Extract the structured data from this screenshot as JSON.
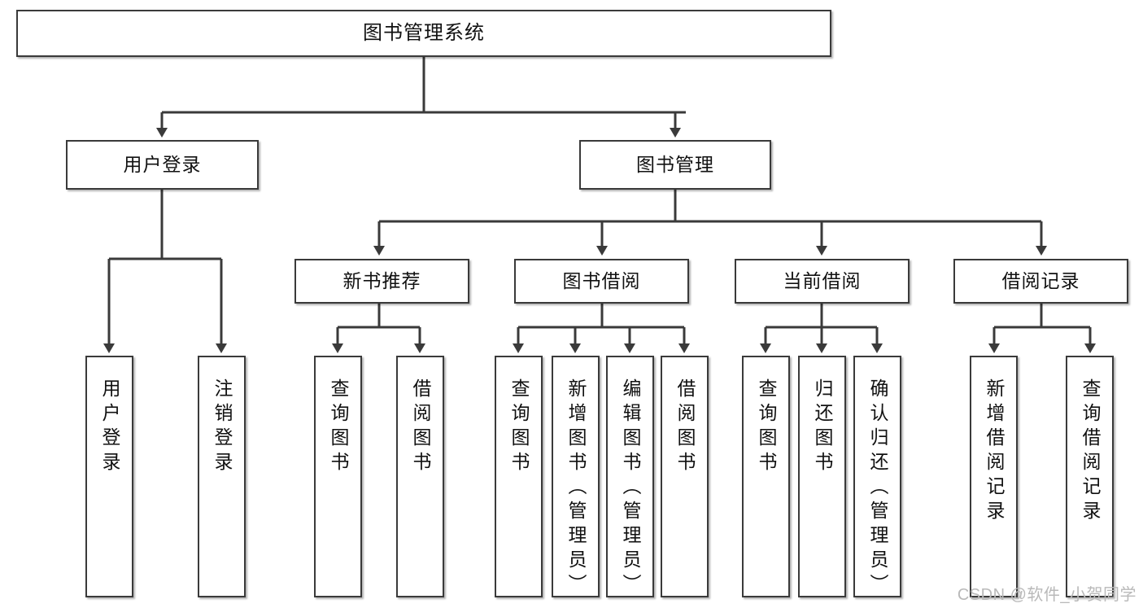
{
  "diagram": {
    "title": "图书管理系统",
    "type": "tree-hierarchy-chart",
    "line_color": "#3a3a3a",
    "box_fill": "#ffffff",
    "text_color": "#111111",
    "nodes": {
      "root": {
        "label": "图书管理系统"
      },
      "level2": [
        {
          "label": "用户登录"
        },
        {
          "label": "图书管理"
        }
      ],
      "level3": [
        {
          "label": "新书推荐"
        },
        {
          "label": "图书借阅"
        },
        {
          "label": "当前借阅"
        },
        {
          "label": "借阅记录"
        }
      ],
      "leaves": [
        {
          "label": "用户登录",
          "parent": "用户登录"
        },
        {
          "label": "注销登录",
          "parent": "用户登录"
        },
        {
          "label": "查询图书",
          "parent": "新书推荐"
        },
        {
          "label": "借阅图书",
          "parent": "新书推荐"
        },
        {
          "label": "查询图书",
          "parent": "图书借阅"
        },
        {
          "label": "新增图书（管理员）",
          "parent": "图书借阅"
        },
        {
          "label": "编辑图书（管理员）",
          "parent": "图书借阅"
        },
        {
          "label": "借阅图书",
          "parent": "图书借阅"
        },
        {
          "label": "查询图书",
          "parent": "当前借阅"
        },
        {
          "label": "归还图书",
          "parent": "当前借阅"
        },
        {
          "label": "确认归还（管理员）",
          "parent": "当前借阅"
        },
        {
          "label": "新增借阅记录",
          "parent": "借阅记录"
        },
        {
          "label": "查询借阅记录",
          "parent": "借阅记录"
        }
      ]
    }
  },
  "watermark": {
    "text": "CSDN @软件_小贺同学"
  }
}
